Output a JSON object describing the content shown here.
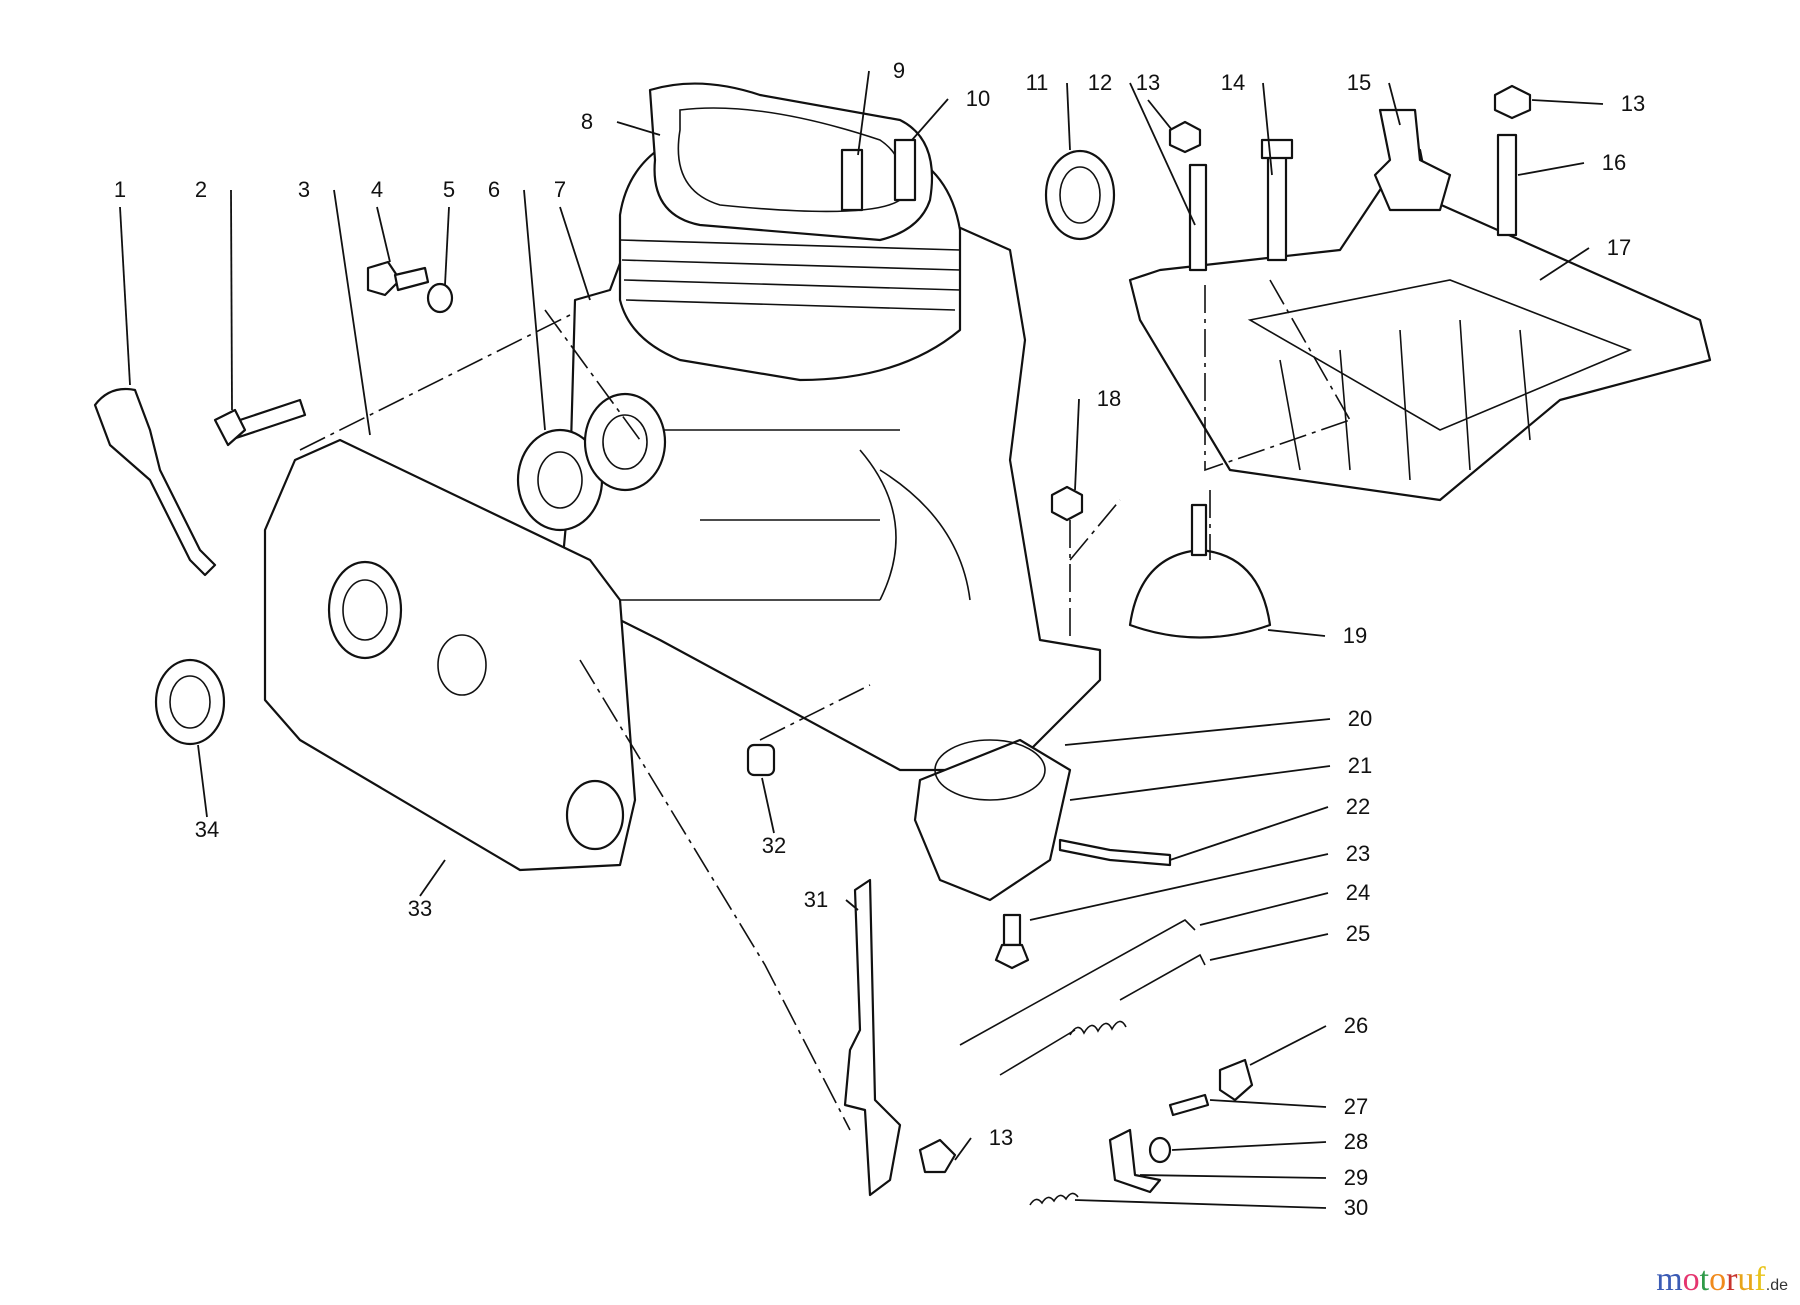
{
  "callouts": [
    "1",
    "2",
    "3",
    "4",
    "5",
    "6",
    "7",
    "8",
    "9",
    "10",
    "11",
    "12",
    "13",
    "14",
    "15",
    "13",
    "16",
    "17",
    "18",
    "19",
    "20",
    "21",
    "22",
    "23",
    "24",
    "25",
    "26",
    "27",
    "28",
    "29",
    "30",
    "31",
    "32",
    "33",
    "34",
    "13"
  ],
  "watermark": {
    "text": "motoruf",
    "suffix": ".de",
    "letter_colors": [
      "#3b5bb5",
      "#e5356f",
      "#2e9a48",
      "#f08a1c",
      "#c8342d",
      "#e8a51a",
      "#e8c31a"
    ]
  }
}
